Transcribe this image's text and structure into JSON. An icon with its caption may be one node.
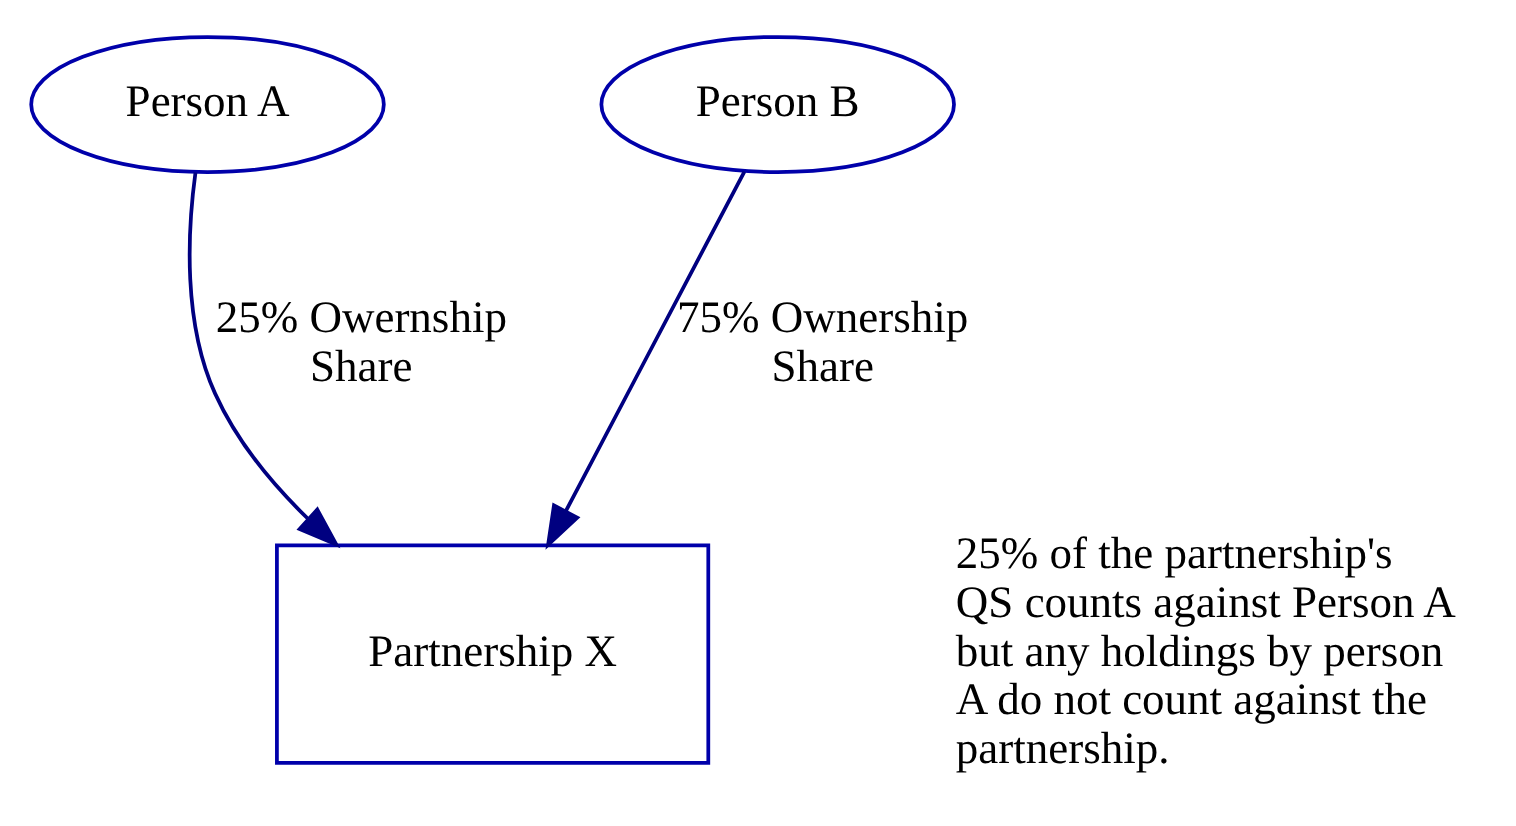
{
  "diagram": {
    "nodes": [
      {
        "text": [
          "Person A"
        ]
      },
      {
        "text": [
          "Person B"
        ]
      },
      {
        "text": [
          "Partnership X"
        ]
      }
    ],
    "edges": [
      {
        "from": 0,
        "to": 2,
        "arrow": "to",
        "label": "25% Owernship Share"
      },
      {
        "from": 1,
        "to": 2,
        "arrow": "to",
        "label": "75% Ownership Share"
      }
    ],
    "labels": [
      "25% of the partnership's QS counts against Person A but any holdings by person A do not count against the partnership."
    ]
  }
}
